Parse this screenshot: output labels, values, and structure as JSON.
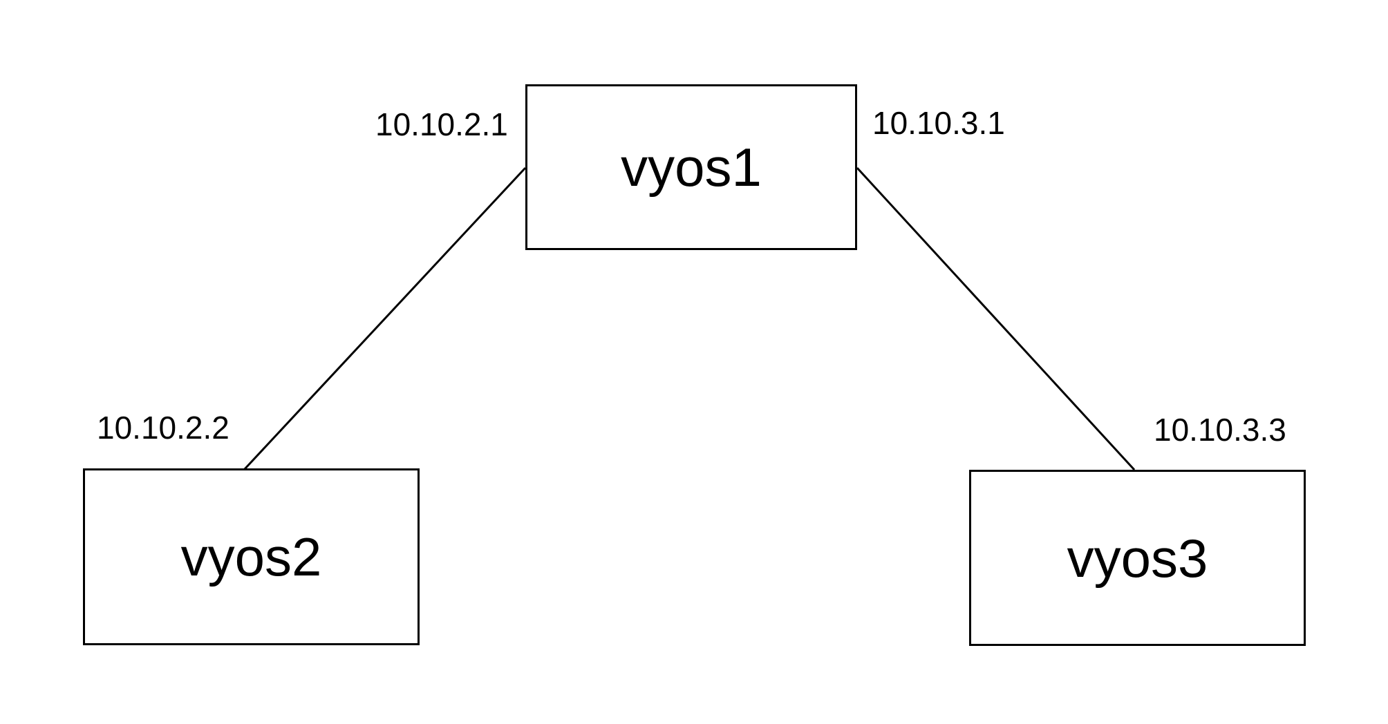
{
  "colors": {
    "background": "#ffffff",
    "node_border": "#000000",
    "link_stroke": "#000000",
    "text": "#000000"
  },
  "nodes": [
    {
      "id": "vyos1",
      "label": "vyos1"
    },
    {
      "id": "vyos2",
      "label": "vyos2"
    },
    {
      "id": "vyos3",
      "label": "vyos3"
    }
  ],
  "links": [
    {
      "from": "vyos1",
      "to": "vyos2",
      "from_ip": "10.10.2.1",
      "to_ip": "10.10.2.2"
    },
    {
      "from": "vyos1",
      "to": "vyos3",
      "from_ip": "10.10.3.1",
      "to_ip": "10.10.3.3"
    }
  ]
}
